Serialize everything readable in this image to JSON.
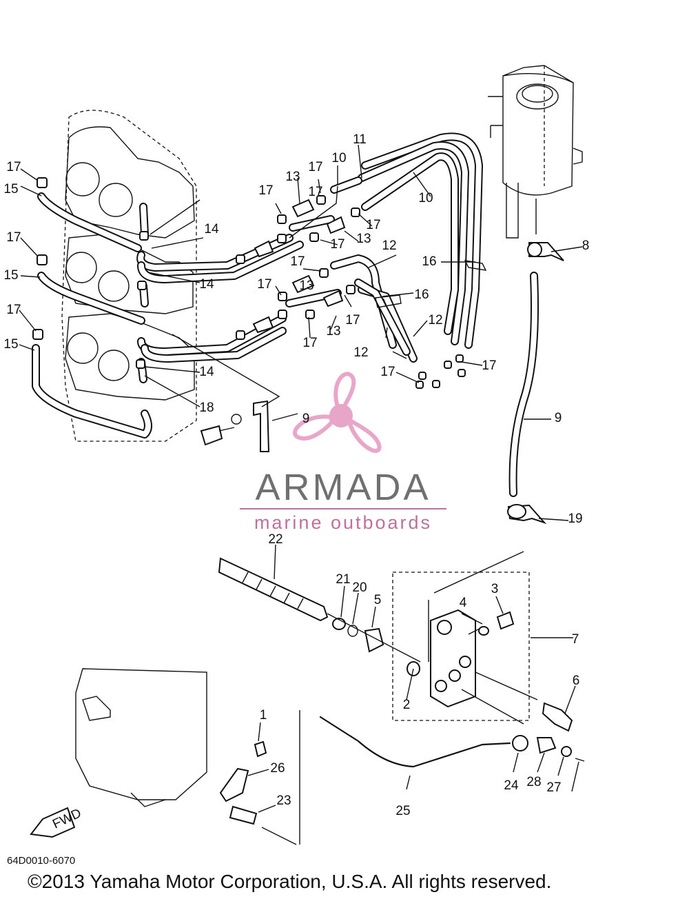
{
  "diagram": {
    "code": "64D0010-6070",
    "copyright": "©2013 Yamaha Motor Corporation, U.S.A. All rights reserved.",
    "logo": {
      "name": "ARMADA",
      "tagline": "marine outboards",
      "colors": {
        "propeller": "#e8a6c8",
        "hub": "#e7a5c7",
        "wordmark": "#707070",
        "tagline": "#c0709a"
      }
    },
    "fwd_label": "FWD",
    "callouts": [
      "17",
      "15",
      "17",
      "15",
      "17",
      "15",
      "13",
      "17",
      "10",
      "11",
      "17",
      "10",
      "17",
      "14",
      "17",
      "13",
      "12",
      "17",
      "16",
      "14",
      "13",
      "17",
      "16",
      "17",
      "12",
      "17",
      "13",
      "12",
      "14",
      "17",
      "17",
      "17",
      "18",
      "9",
      "8",
      "9",
      "19",
      "22",
      "21",
      "20",
      "5",
      "4",
      "3",
      "7",
      "6",
      "2",
      "1",
      "26",
      "23",
      "25",
      "24",
      "28",
      "27"
    ]
  }
}
